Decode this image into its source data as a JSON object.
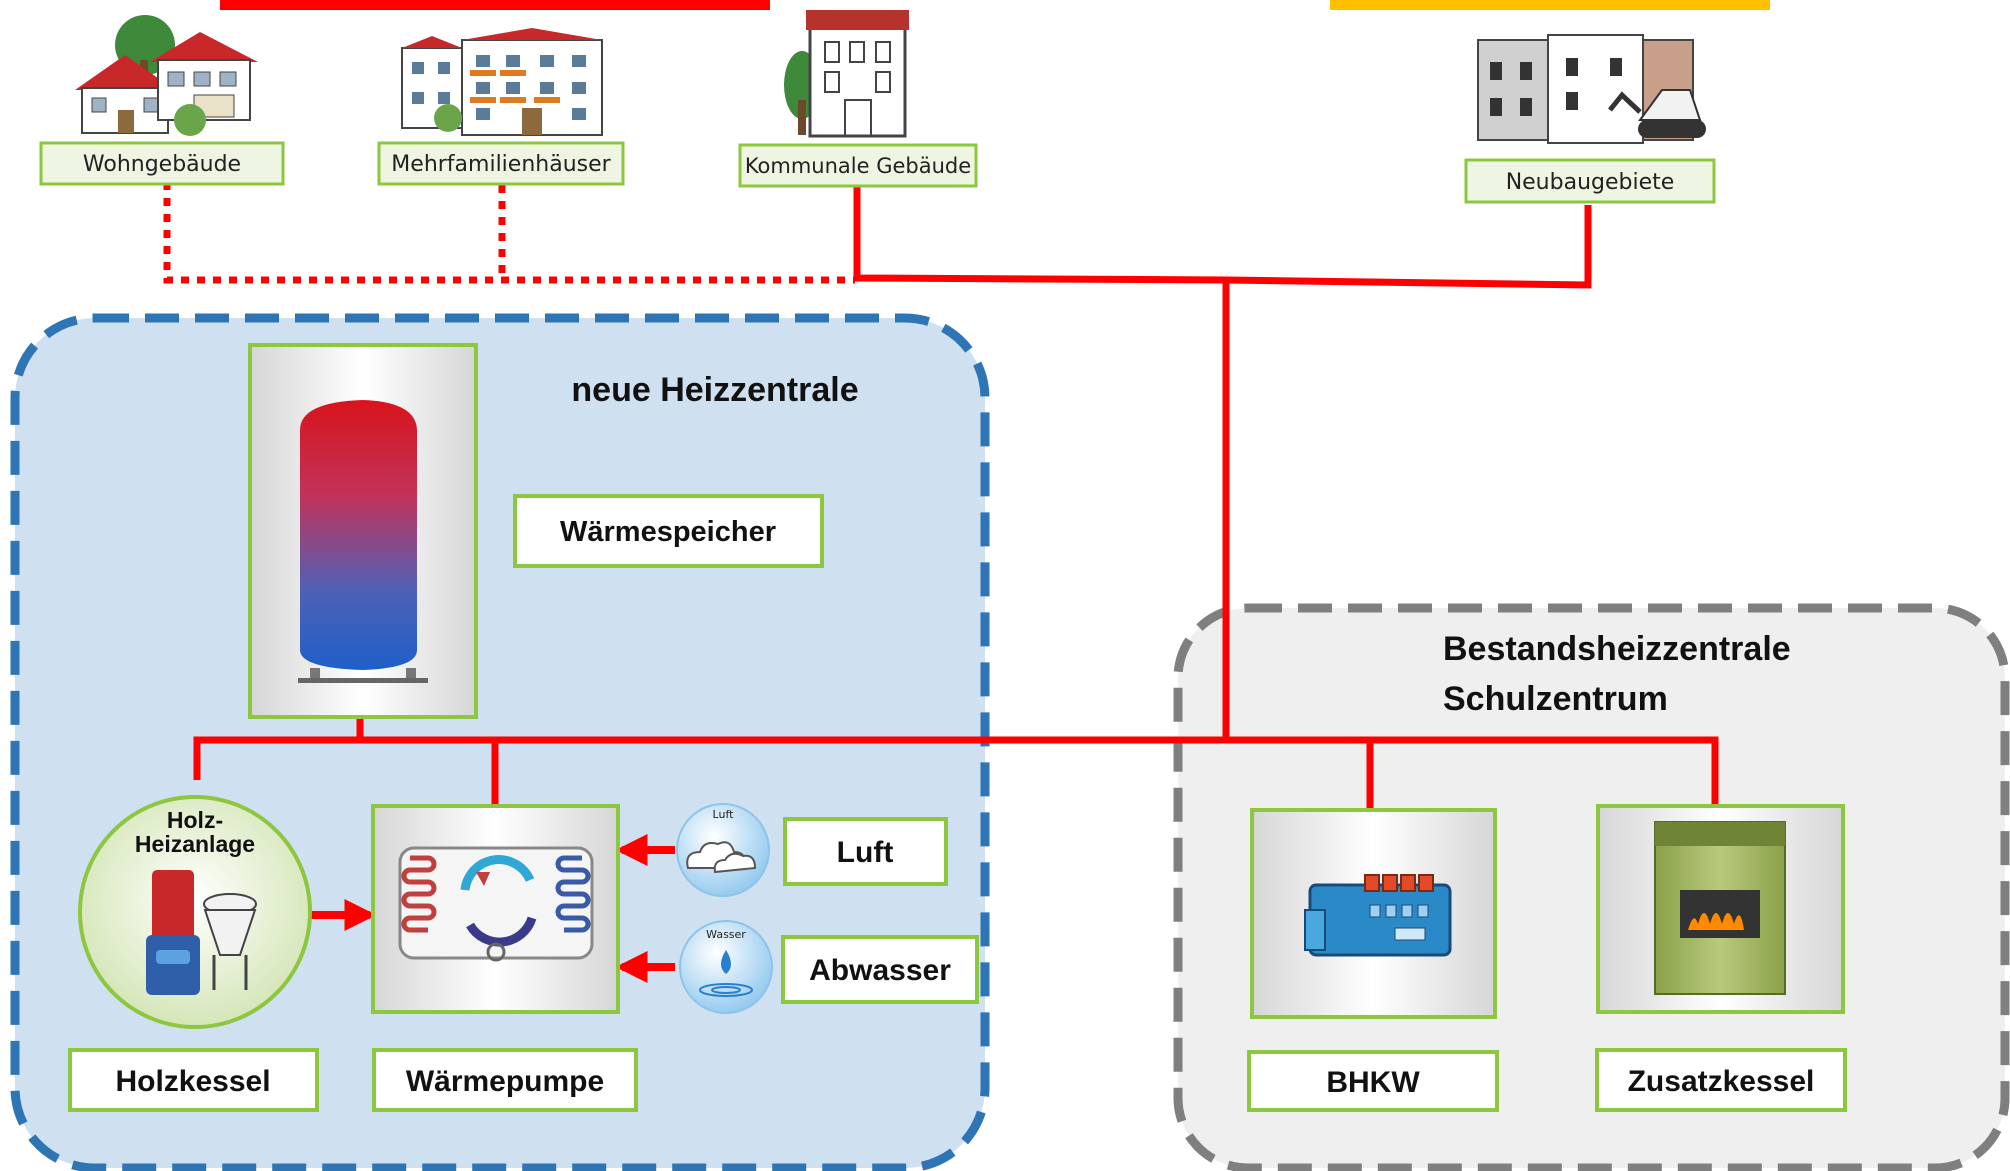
{
  "buildings": {
    "residential": "Wohngebäude",
    "multi_family": "Mehrfamilienhäuser",
    "municipal": "Kommunale Gebäude",
    "new_development": "Neubaugebiete"
  },
  "new_plant": {
    "title": "neue Heizzentrale",
    "storage_label": "Wärmespeicher",
    "wood_icon_text_1": "Holz-",
    "wood_icon_text_2": "Heizanlage",
    "wood_boiler_label": "Holzkessel",
    "heat_pump_label": "Wärmepumpe",
    "air_icon_text": "Luft",
    "air_label": "Luft",
    "water_icon_text": "Wasser",
    "wastewater_label": "Abwasser"
  },
  "existing_plant": {
    "title_line1": "Bestandsheizzentrale",
    "title_line2": "Schulzentrum",
    "chp_label": "BHKW",
    "aux_boiler_label": "Zusatzkessel"
  },
  "colors": {
    "pipe": "#ff0000",
    "label_border": "#8dc63f",
    "label_fill": "#eef5e2",
    "new_plant_fill": "#cfe0f1",
    "new_plant_border": "#2e75b6",
    "existing_plant_fill": "#efefef",
    "existing_plant_border": "#7f7f7f",
    "top_bar_red": "#ff0000",
    "top_bar_yellow": "#ffc000"
  }
}
